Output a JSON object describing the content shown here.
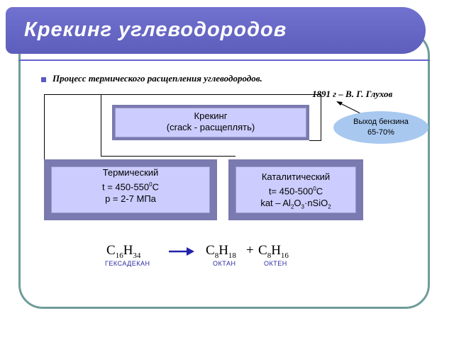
{
  "title": "Крекинг углеводородов",
  "subtitle": "Процесс термического расщепления углеводородов.",
  "author": "1891 г – В. Г. Глухов",
  "main_box": {
    "line1": "Крекинг",
    "line2": "(crack - расщеплять)"
  },
  "yield": {
    "line1": "Выход бензина",
    "line2": "65-70%"
  },
  "thermal": {
    "title": "Термический",
    "temp_prefix": "t = 450-550",
    "temp_sup": "0",
    "temp_suffix": "С",
    "pressure": "p = 2-7 МПа"
  },
  "catalytic": {
    "title": "Каталитический",
    "temp_prefix": "t= 450-500",
    "temp_sup": "0",
    "temp_suffix": "С",
    "kat_prefix": "kat – Al",
    "kat_sub1": "2",
    "kat_mid": "O",
    "kat_sub2": "3",
    "kat_suffix": "·nSiO",
    "kat_sub3": "2"
  },
  "equation": {
    "reactant": {
      "base": "C",
      "sub1": "16",
      "mid": "H",
      "sub2": "34"
    },
    "product1": {
      "base": "C",
      "sub1": "8",
      "mid": "H",
      "sub2": "18"
    },
    "plus": "+",
    "product2": {
      "base": "C",
      "sub1": "8",
      "mid": "H",
      "sub2": "16"
    }
  },
  "captions": {
    "reactant": "ГЕКСАДЕКАН",
    "product1": "ОКТАН",
    "product2": "ОКТЕН"
  },
  "colors": {
    "title_bar": "#6565cc",
    "frame": "#6f9c9a",
    "box_fill": "#ccccff",
    "oval_fill": "#a8c8f0",
    "caption": "#2a2aa0"
  }
}
